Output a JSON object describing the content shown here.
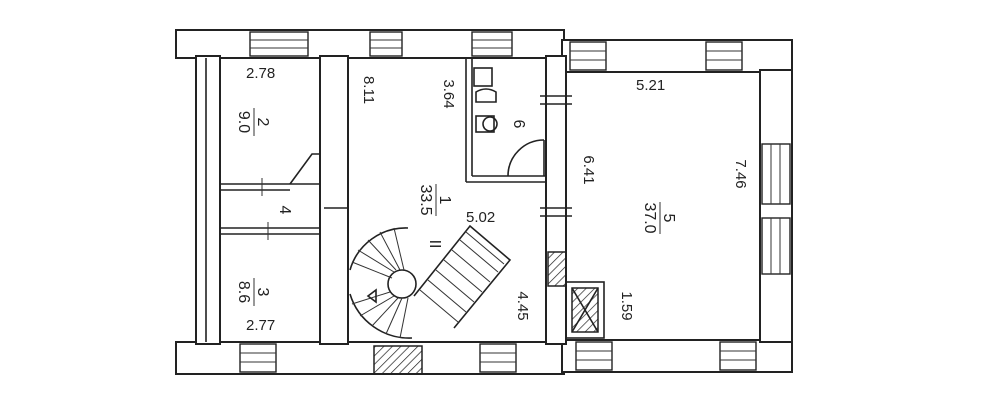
{
  "dimensions": {
    "room2_width": "2.78",
    "room3_width": "2.77",
    "hall_length": "8.11",
    "bath_length": "3.64",
    "hall_width": "5.02",
    "stair_side": "4.45",
    "room5_top": "5.21",
    "room5_inner": "6.41",
    "room5_right": "7.46",
    "closet_len": "1.59"
  },
  "rooms": {
    "r1_number": "1",
    "r1_area": "33.5",
    "r2_number": "2",
    "r2_area": "9.0",
    "r3_number": "3",
    "r3_area": "8.6",
    "r4_number": "4",
    "r5_number": "5",
    "r5_area": "37.0",
    "r6_number": "6"
  },
  "stair_mark": "II"
}
